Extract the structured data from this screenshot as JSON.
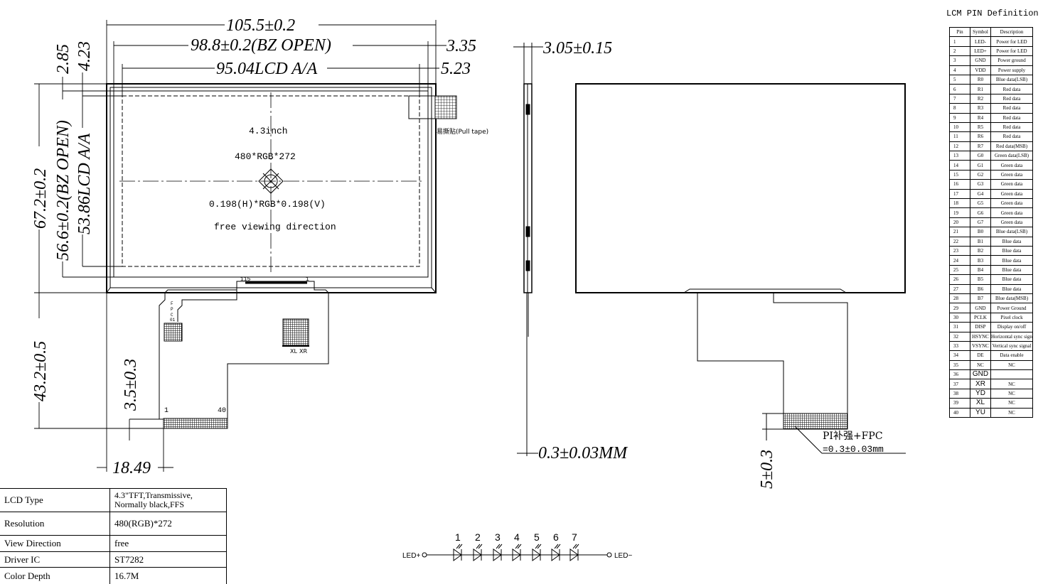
{
  "dimensions": {
    "outline_width": "105.5±0.2",
    "bezel_open_width": "98.8±0.2(BZ OPEN)",
    "active_area_width": "95.04LCD A/A",
    "top_offset_1": "2.85",
    "top_offset_2": "4.23",
    "right_offset_1": "3.35",
    "right_offset_2": "5.23",
    "outline_height": "67.2±0.2",
    "bezel_open_height": "56.6±0.2(BZ OPEN)",
    "active_area_height": "53.86LCD A/A",
    "fpc_length": "43.2±0.5",
    "fpc_end": "3.5±0.3",
    "fpc_offset": "18.49",
    "thickness": "3.05±0.15",
    "fpc_thickness": "0.3±0.03MM",
    "stiffener_length": "5±0.3",
    "stiffener_note_1": "PI补强+FPC",
    "stiffener_note_2": "=0.3±0.03mm"
  },
  "front_view": {
    "size": "4.3inch",
    "resolution": "480*RGB*272",
    "pitch": "0.198(H)*RGB*0.198(V)",
    "viewing": "free viewing direction",
    "pull_tape": "易撕贴(Pull tape)",
    "pin_115": "115",
    "pin_1": "1",
    "fpc_pin_1": "1",
    "fpc_pin_40": "40",
    "fpc_label": [
      "F",
      "P",
      "C",
      "01"
    ],
    "xl": "XL",
    "xr": "XR"
  },
  "led_circuit": {
    "numbers": [
      "1",
      "2",
      "3",
      "4",
      "5",
      "6",
      "7"
    ],
    "anode": "LED+",
    "cathode": "LED−"
  },
  "pin_definition": {
    "title": "LCM PIN Definition",
    "headers": [
      "Pin",
      "Symbol",
      "Description"
    ],
    "rows": [
      [
        "1",
        "LED-",
        "Power for LED"
      ],
      [
        "2",
        "LED+",
        "Power for LED"
      ],
      [
        "3",
        "GND",
        "Power ground"
      ],
      [
        "4",
        "VDD",
        "Power supply"
      ],
      [
        "5",
        "R0",
        "Blue data(LSB)"
      ],
      [
        "6",
        "R1",
        "Red data"
      ],
      [
        "7",
        "R2",
        "Red data"
      ],
      [
        "8",
        "R3",
        "Red data"
      ],
      [
        "9",
        "R4",
        "Red data"
      ],
      [
        "10",
        "R5",
        "Red data"
      ],
      [
        "11",
        "R6",
        "Red data"
      ],
      [
        "12",
        "R7",
        "Red data(MSB)"
      ],
      [
        "13",
        "G0",
        "Green data(LSB)"
      ],
      [
        "14",
        "G1",
        "Green data"
      ],
      [
        "15",
        "G2",
        "Green data"
      ],
      [
        "16",
        "G3",
        "Green data"
      ],
      [
        "17",
        "G4",
        "Green data"
      ],
      [
        "18",
        "G5",
        "Green data"
      ],
      [
        "19",
        "G6",
        "Green data"
      ],
      [
        "20",
        "G7",
        "Green data"
      ],
      [
        "21",
        "B0",
        "Blue data(LSB)"
      ],
      [
        "22",
        "B1",
        "Blue data"
      ],
      [
        "23",
        "B2",
        "Blue data"
      ],
      [
        "24",
        "B3",
        "Blue data"
      ],
      [
        "25",
        "B4",
        "Blue data"
      ],
      [
        "26",
        "B5",
        "Blue data"
      ],
      [
        "27",
        "B6",
        "Blue data"
      ],
      [
        "28",
        "B7",
        "Blue data(MSB)"
      ],
      [
        "29",
        "GND",
        "Power Ground"
      ],
      [
        "30",
        "PCLK",
        "Pixel clock"
      ],
      [
        "31",
        "DISP",
        "Display on/off"
      ],
      [
        "32",
        "HSYNC",
        "Horizontal sync signal"
      ],
      [
        "33",
        "VSYNC",
        "Vertical sync signal"
      ],
      [
        "34",
        "DE",
        "Data enable"
      ],
      [
        "35",
        "NC",
        "NC"
      ],
      [
        "36",
        "GND",
        ""
      ],
      [
        "37",
        "XR",
        "NC"
      ],
      [
        "38",
        "YD",
        "NC"
      ],
      [
        "39",
        "XL",
        "NC"
      ],
      [
        "40",
        "YU",
        "NC"
      ]
    ]
  },
  "specs": [
    [
      "LCD Type",
      "4.3\"TFT,Transmissive, Normally black,FFS"
    ],
    [
      "Resolution",
      "480(RGB)*272"
    ],
    [
      "View Direction",
      "free"
    ],
    [
      "Driver IC",
      "ST7282"
    ],
    [
      "Color Depth",
      "16.7M"
    ]
  ]
}
